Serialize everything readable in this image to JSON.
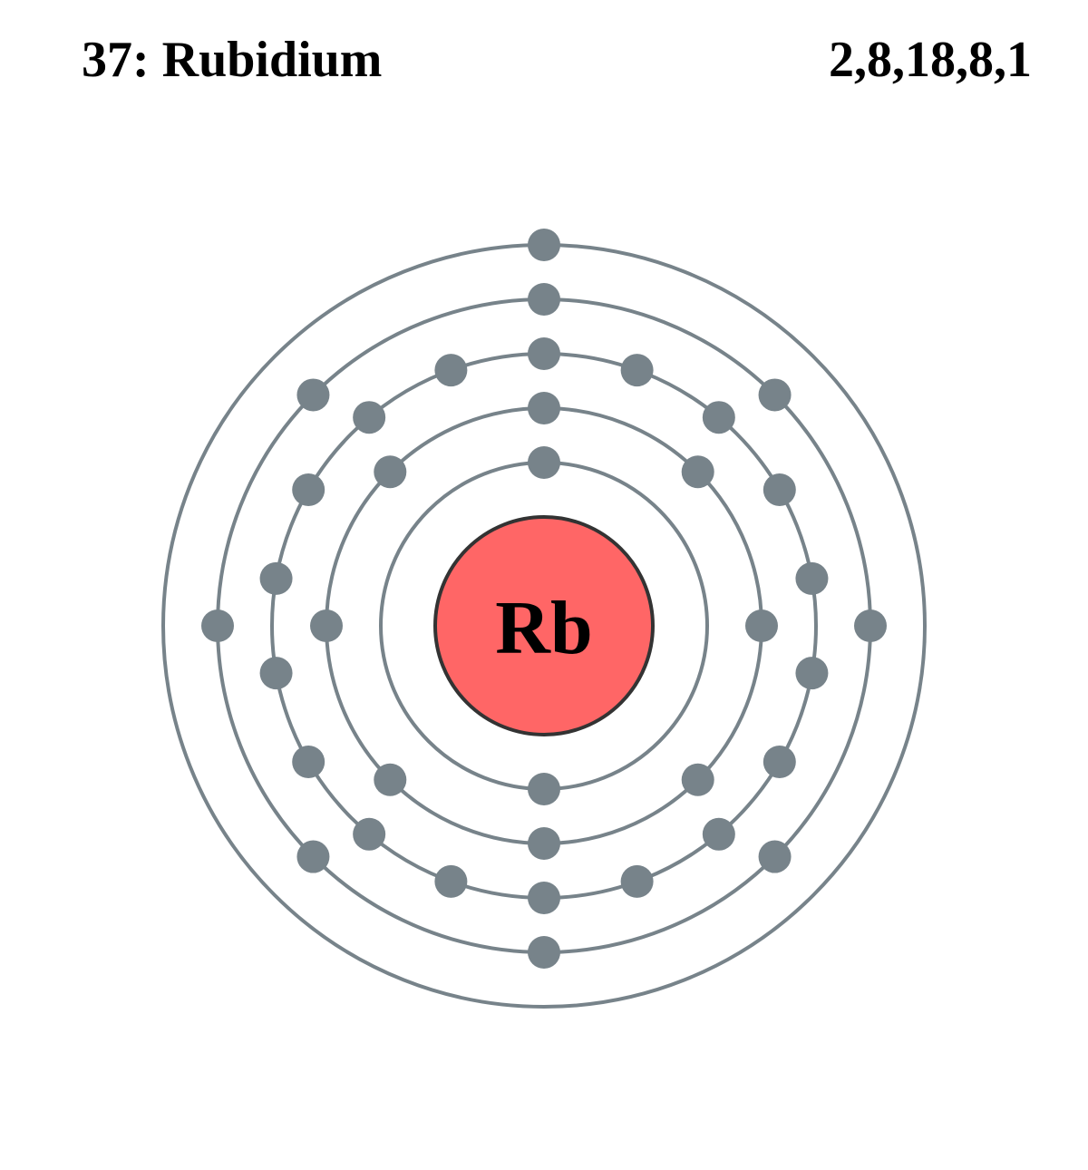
{
  "element": {
    "number": "37",
    "name": "Rubidium",
    "title": "37: Rubidium",
    "symbol": "Rb",
    "configuration": "2,8,18,8,1"
  },
  "shells": [
    {
      "electrons": 2
    },
    {
      "electrons": 8
    },
    {
      "electrons": 18
    },
    {
      "electrons": 8
    },
    {
      "electrons": 1
    }
  ],
  "colors": {
    "nucleus_fill": "#ff6666",
    "nucleus_stroke": "#333333",
    "shell_stroke": "#77838a",
    "electron_fill": "#77838a",
    "text": "#000000"
  }
}
